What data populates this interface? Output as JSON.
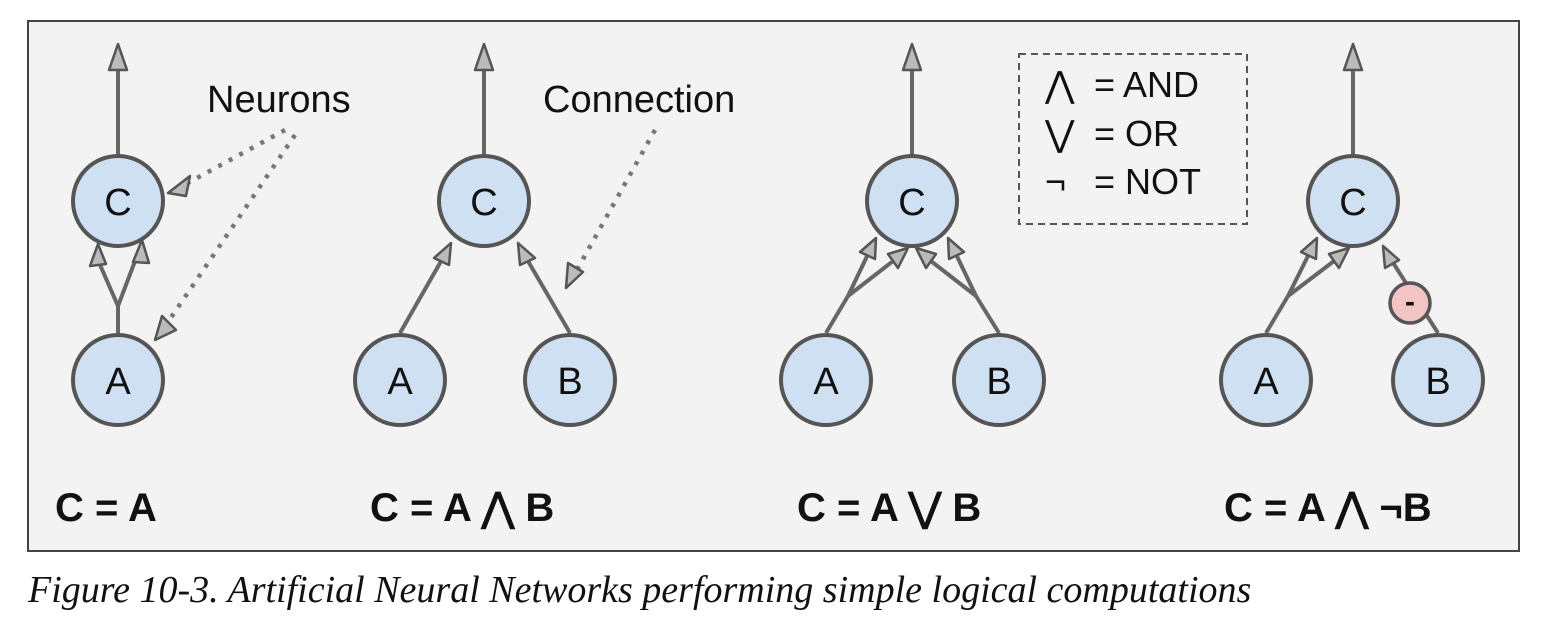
{
  "annotations": {
    "neurons": "Neurons",
    "connection": "Connection"
  },
  "legend": [
    {
      "symbol": "⋀",
      "text": "= AND"
    },
    {
      "symbol": "⋁",
      "text": "= OR"
    },
    {
      "symbol": "¬",
      "text": "= NOT"
    }
  ],
  "networks": [
    {
      "nodes": {
        "output": "C",
        "input_a": "A"
      },
      "formula": "C = A"
    },
    {
      "nodes": {
        "output": "C",
        "input_a": "A",
        "input_b": "B"
      },
      "formula": "C = A ⋀ B"
    },
    {
      "nodes": {
        "output": "C",
        "input_a": "A",
        "input_b": "B"
      },
      "formula": "C = A ⋁ B"
    },
    {
      "nodes": {
        "output": "C",
        "input_a": "A",
        "input_b": "B"
      },
      "inhibitory_sign": "-",
      "formula": "C = A ⋀ ¬B"
    }
  ],
  "caption": "Figure 10-3. Artificial Neural Networks performing simple logical computations"
}
